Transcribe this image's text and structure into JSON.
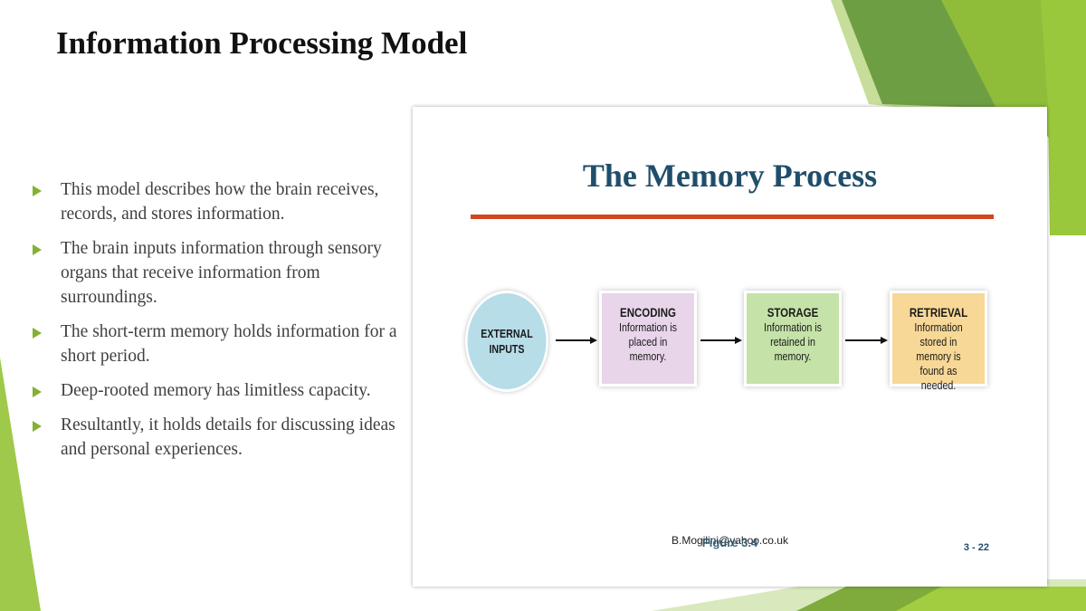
{
  "slide": {
    "title": "Information Processing Model",
    "bullets": [
      "This model describes how the brain receives, records, and stores information.",
      "The brain inputs information through sensory organs that receive information from surroundings.",
      "The short-term memory holds information for a short period.",
      "Deep-rooted memory has limitless capacity.",
      "Resultantly, it holds details for discussing ideas and personal experiences."
    ],
    "bullet_icon": "green-triangle-arrow",
    "accent_color": "#84b131"
  },
  "figure": {
    "title": "The Memory Process",
    "rule_color": "#d0461f",
    "input": "EXTERNAL INPUTS",
    "stages": [
      {
        "heading": "ENCODING",
        "text": "Information is placed in memory."
      },
      {
        "heading": "STORAGE",
        "text": "Information is retained in memory."
      },
      {
        "heading": "RETRIEVAL",
        "text": "Information stored in memory is found as needed."
      }
    ],
    "credit": "B.Mogilini@yahoo.co.uk",
    "label": "Figure 3.4",
    "page": "3 - 22"
  }
}
